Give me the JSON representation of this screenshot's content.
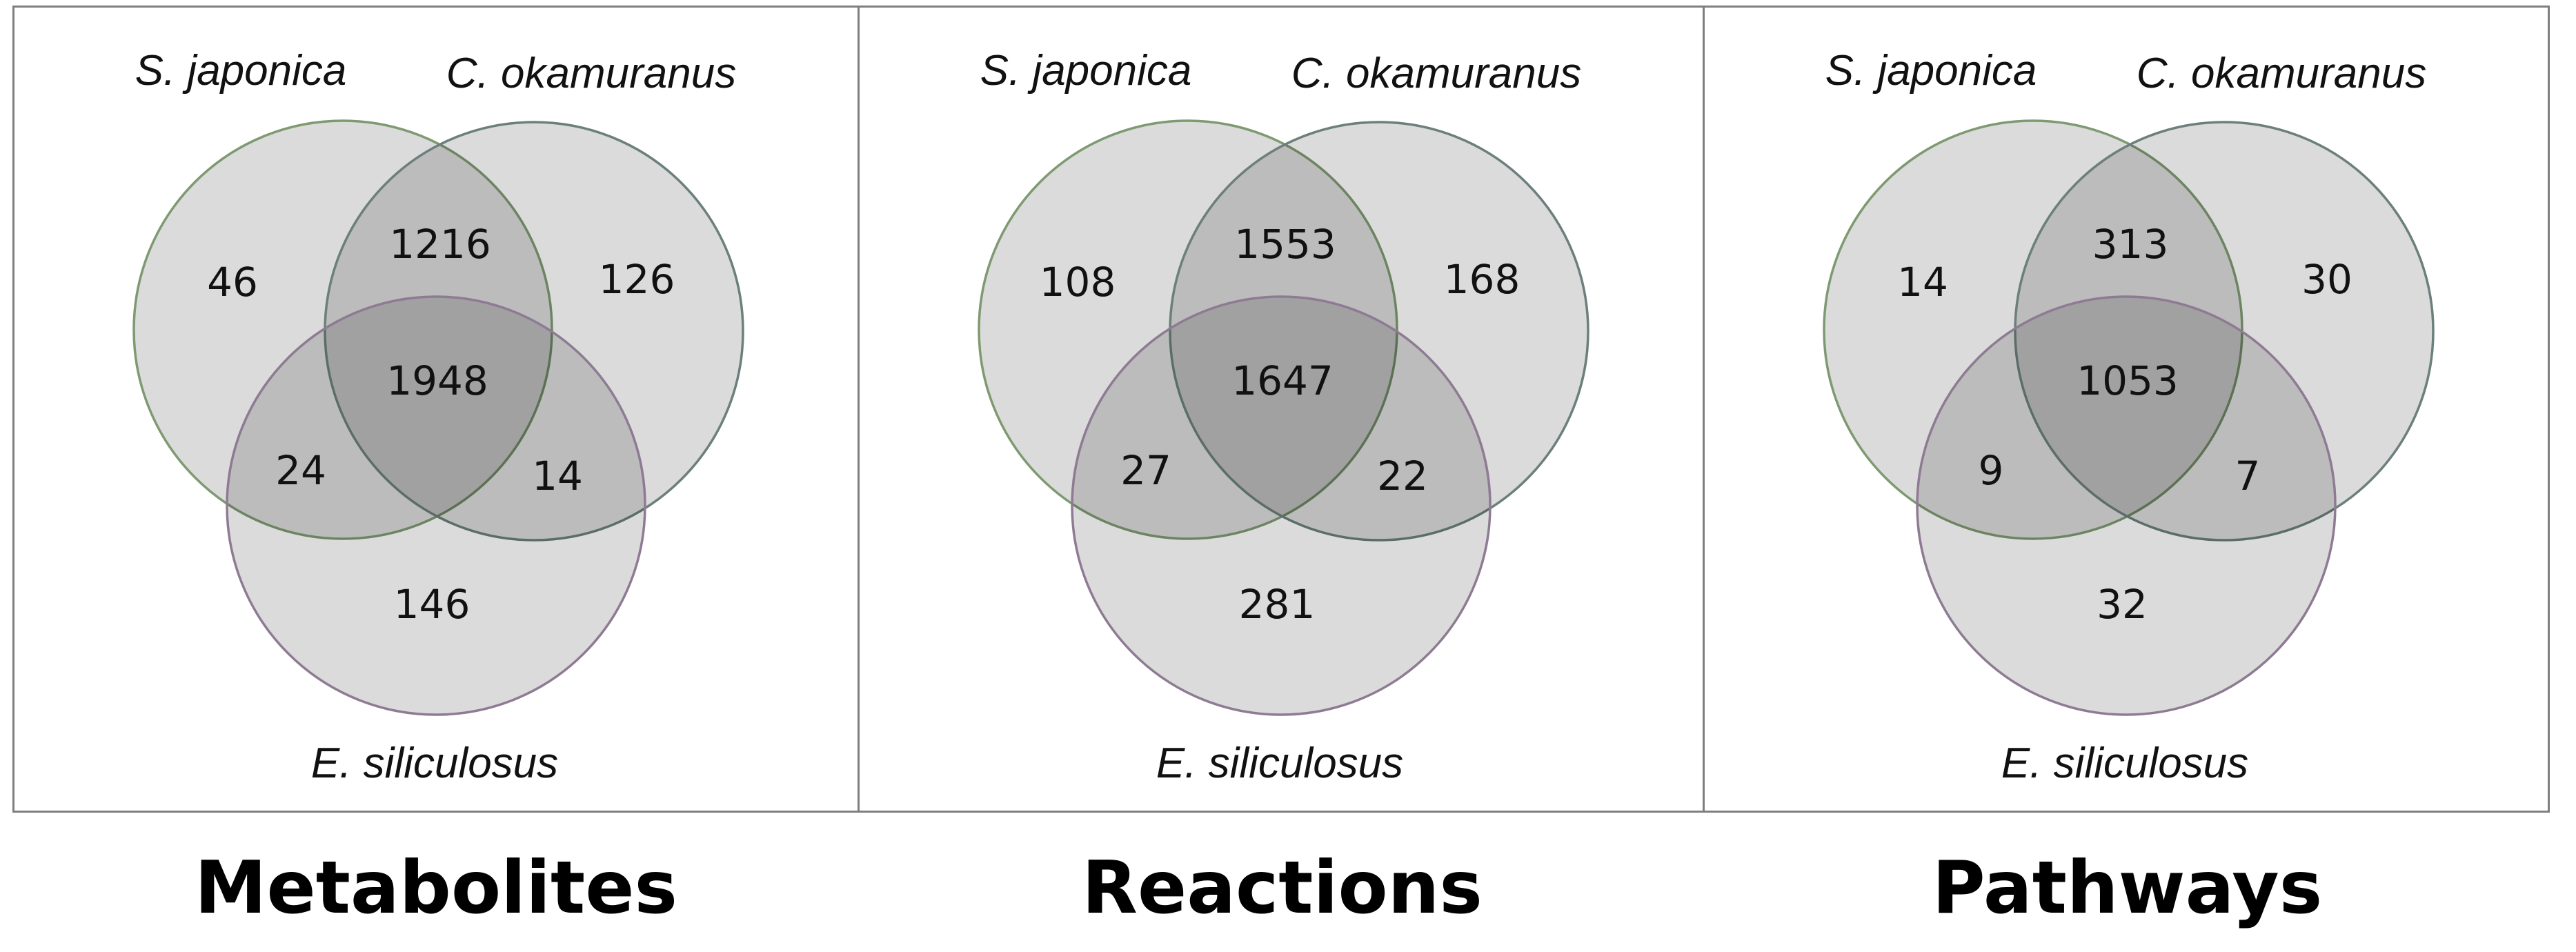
{
  "figure": {
    "colors": {
      "circle_a_stroke": "#7e9a71",
      "circle_b_stroke": "#6b7f7c",
      "circle_c_stroke": "#8e7b93",
      "overlap_fill": "#000000",
      "overlap_fill_opacity": "0.14",
      "panel_border": "#7f7f7f",
      "text": "#111111"
    },
    "panels": [
      {
        "title": "Metabolites",
        "species": {
          "a": "S. japonica",
          "b": "C. okamuranus",
          "c": "E. siliculosus"
        },
        "counts": {
          "a_only": "46",
          "a_and_b": "1216",
          "b_only": "126",
          "a_b_c": "1948",
          "a_and_c": "24",
          "b_and_c": "14",
          "c_only": "146"
        }
      },
      {
        "title": "Reactions",
        "species": {
          "a": "S. japonica",
          "b": "C. okamuranus",
          "c": "E. siliculosus"
        },
        "counts": {
          "a_only": "108",
          "a_and_b": "1553",
          "b_only": "168",
          "a_b_c": "1647",
          "a_and_c": "27",
          "b_and_c": "22",
          "c_only": "281"
        }
      },
      {
        "title": "Pathways",
        "species": {
          "a": "S. japonica",
          "b": "C. okamuranus",
          "c": "E. siliculosus"
        },
        "counts": {
          "a_only": "14",
          "a_and_b": "313",
          "b_only": "30",
          "a_b_c": "1053",
          "a_and_c": "9",
          "b_and_c": "7",
          "c_only": "32"
        }
      }
    ]
  },
  "chart_data": [
    {
      "type": "venn",
      "title": "Metabolites",
      "sets": {
        "A": "S. japonica",
        "B": "C. okamuranus",
        "C": "E. siliculosus"
      },
      "values": {
        "A_only": 46,
        "AB_only": 1216,
        "B_only": 126,
        "ABC": 1948,
        "AC_only": 24,
        "BC_only": 14,
        "C_only": 146
      }
    },
    {
      "type": "venn",
      "title": "Reactions",
      "sets": {
        "A": "S. japonica",
        "B": "C. okamuranus",
        "C": "E. siliculosus"
      },
      "values": {
        "A_only": 108,
        "AB_only": 1553,
        "B_only": 168,
        "ABC": 1647,
        "AC_only": 27,
        "BC_only": 22,
        "C_only": 281
      }
    },
    {
      "type": "venn",
      "title": "Pathways",
      "sets": {
        "A": "S. japonica",
        "B": "C. okamuranus",
        "C": "E. siliculosus"
      },
      "values": {
        "A_only": 14,
        "AB_only": 313,
        "B_only": 30,
        "ABC": 1053,
        "AC_only": 9,
        "BC_only": 7,
        "C_only": 32
      }
    }
  ]
}
